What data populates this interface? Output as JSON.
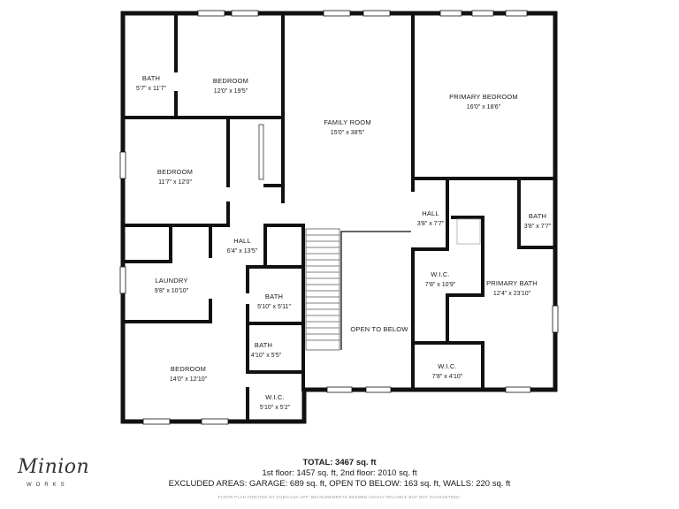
{
  "rooms": [
    {
      "name": "BATH",
      "dims": "5'7\" x 11'7\""
    },
    {
      "name": "BEDROOM",
      "dims": "12'0\" x 19'5\""
    },
    {
      "name": "FAMILY ROOM",
      "dims": "15'0\" x 38'5\""
    },
    {
      "name": "PRIMARY BEDROOM",
      "dims": "16'0\" x 18'6\""
    },
    {
      "name": "BEDROOM",
      "dims": "11'7\" x 12'0\""
    },
    {
      "name": "HALL",
      "dims": "3'8\" x 7'7\""
    },
    {
      "name": "BATH",
      "dims": "3'8\" x 7'7\""
    },
    {
      "name": "HALL",
      "dims": "6'4\" x 13'5\""
    },
    {
      "name": "LAUNDRY",
      "dims": "9'8\" x 10'10\""
    },
    {
      "name": "BATH",
      "dims": "5'10\" x 5'11\""
    },
    {
      "name": "W.I.C.",
      "dims": "7'8\" x 10'9\""
    },
    {
      "name": "PRIMARY BATH",
      "dims": "12'4\" x 23'10\""
    },
    {
      "name": "OPEN TO BELOW",
      "dims": ""
    },
    {
      "name": "BATH",
      "dims": "4'10\" x 5'5\""
    },
    {
      "name": "BEDROOM",
      "dims": "14'0\" x 12'10\""
    },
    {
      "name": "W.I.C.",
      "dims": "7'8\" x 4'10\""
    },
    {
      "name": "W.I.C.",
      "dims": "5'10\" x 5'2\""
    }
  ],
  "summary": {
    "total": "TOTAL: 3467 sq. ft",
    "floors": "1st floor: 1457 sq. ft, 2nd floor: 2010 sq. ft",
    "excluded": "EXCLUDED AREAS: GARAGE: 689 sq. ft, OPEN TO BELOW: 163 sq. ft, WALLS: 220 sq. ft"
  },
  "disclaimer": "FLOOR PLAN CREATED BY CUBICASA APP. MEASUREMENTS DEEMED HIGHLY RELIABLE BUT NOT GUARANTEED.",
  "logo": {
    "script": "Minion",
    "sub": "WORKS"
  }
}
